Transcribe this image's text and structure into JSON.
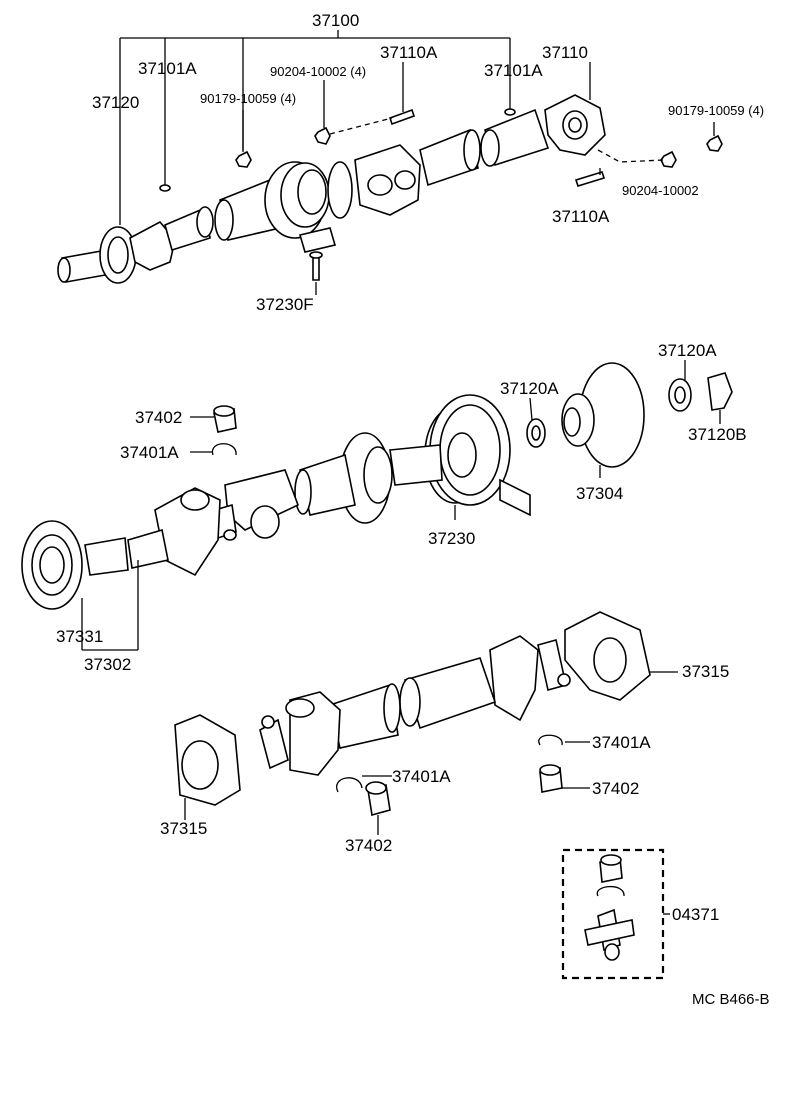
{
  "labels": {
    "p37100": "37100",
    "p37101A_left": "37101A",
    "p37101A_right": "37101A",
    "p37120": "37120",
    "p90179_left": "90179-10059 (4)",
    "p90179_right": "90179-10059 (4)",
    "p90204_top": "90204-10002 (4)",
    "p90204_right": "90204-10002",
    "p37110A_top": "37110A",
    "p37110A_bottom": "37110A",
    "p37110": "37110",
    "p37230F": "37230F",
    "p37402_a": "37402",
    "p37401A_a": "37401A",
    "p37120A_top": "37120A",
    "p37120A_mid": "37120A",
    "p37120B": "37120B",
    "p37304": "37304",
    "p37230": "37230",
    "p37331": "37331",
    "p37302": "37302",
    "p37315_right": "37315",
    "p37401A_b": "37401A",
    "p37402_b": "37402",
    "p37401A_c": "37401A",
    "p37315_left": "37315",
    "p37402_c": "37402",
    "p04371": "04371",
    "code": "MC  B466-B"
  }
}
